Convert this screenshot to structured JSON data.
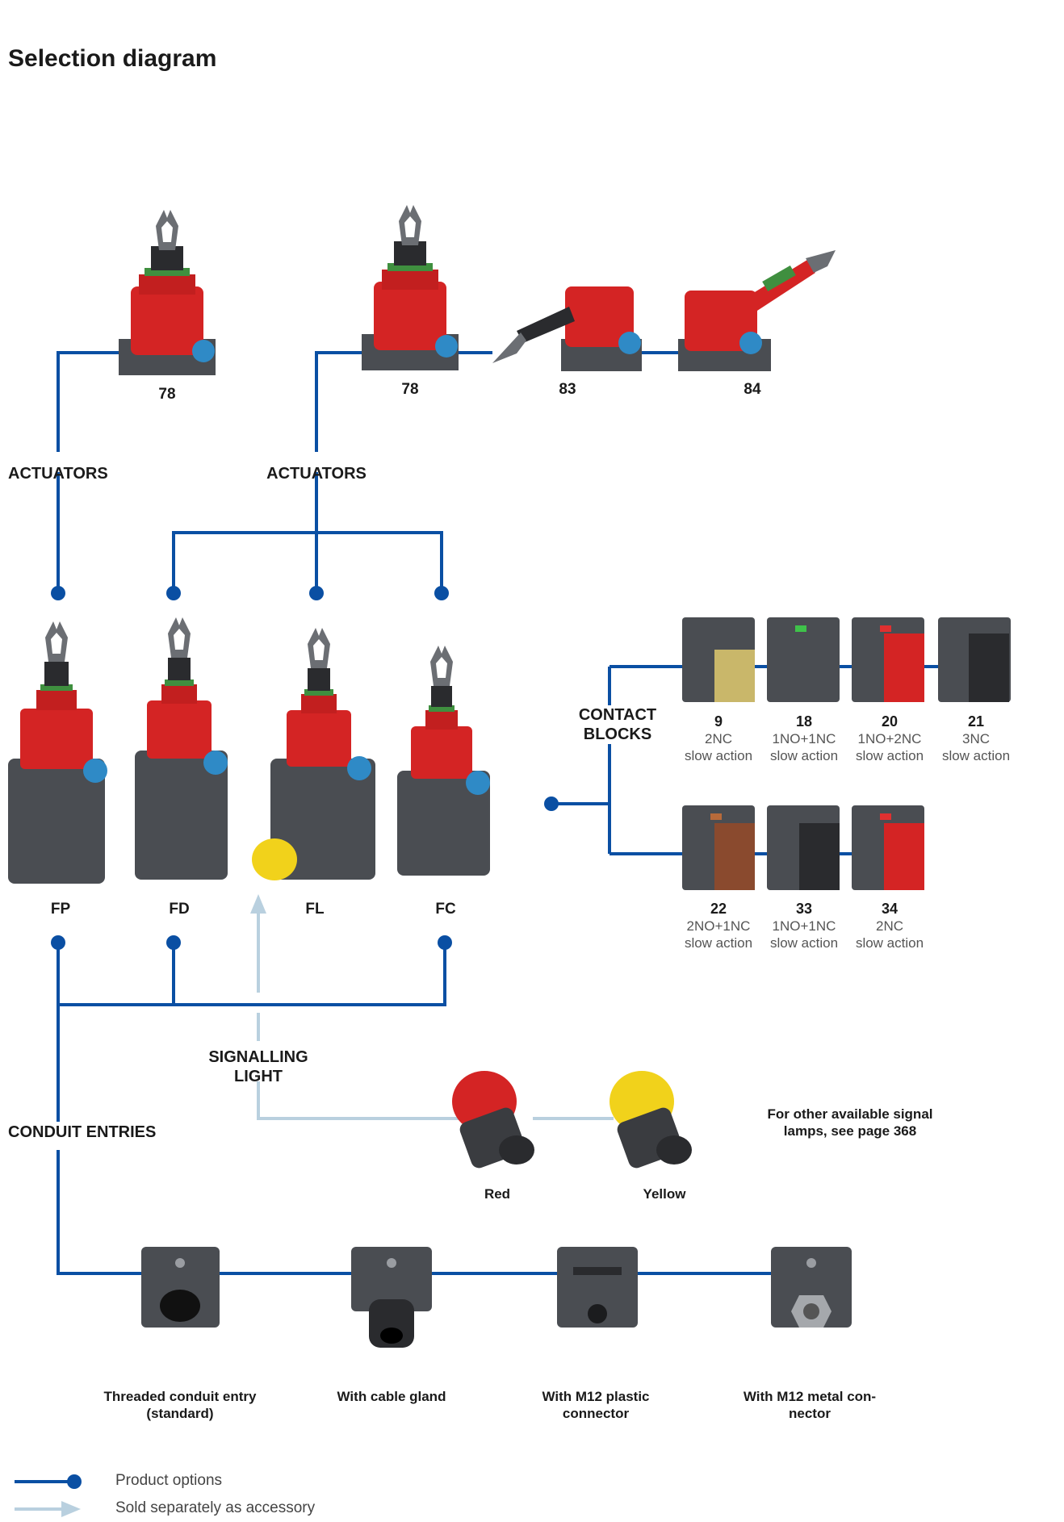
{
  "title": "Selection diagram",
  "colors": {
    "product_line": "#0a4fa3",
    "accessory_line": "#b9d0df",
    "red_part": "#d42424",
    "body": "#4a4d52",
    "yellow": "#f1d21b"
  },
  "actuators_left": {
    "label": "ACTUATORS",
    "items": [
      "78"
    ]
  },
  "actuators_right": {
    "label": "ACTUATORS",
    "items": [
      "78",
      "83",
      "84"
    ]
  },
  "switches": [
    "FP",
    "FD",
    "FL",
    "FC"
  ],
  "contact_blocks": {
    "label_line1": "CONTACT",
    "label_line2": "BLOCKS",
    "row1": [
      {
        "num": "9",
        "type": "2NC",
        "action": "slow action"
      },
      {
        "num": "18",
        "type": "1NO+1NC",
        "action": "slow action"
      },
      {
        "num": "20",
        "type": "1NO+2NC",
        "action": "slow action"
      },
      {
        "num": "21",
        "type": "3NC",
        "action": "slow action"
      }
    ],
    "row2": [
      {
        "num": "22",
        "type": "2NO+1NC",
        "action": "slow action"
      },
      {
        "num": "33",
        "type": "1NO+1NC",
        "action": "slow action"
      },
      {
        "num": "34",
        "type": "2NC",
        "action": "slow action"
      }
    ]
  },
  "signalling_light": {
    "label_line1": "SIGNALLING",
    "label_line2": "LIGHT",
    "items": [
      "Red",
      "Yellow"
    ]
  },
  "signal_note": {
    "line1": "For other available signal",
    "line2": "lamps, see page 368"
  },
  "conduit_entries": {
    "label": "CONDUIT ENTRIES",
    "items": [
      {
        "line1": "Threaded conduit entry",
        "line2": "(standard)"
      },
      {
        "line1": "With cable gland",
        "line2": ""
      },
      {
        "line1": "With M12 plastic",
        "line2": "connector"
      },
      {
        "line1": "With M12 metal con-",
        "line2": "nector"
      }
    ]
  },
  "legend": {
    "product": "Product options",
    "accessory": "Sold separately as accessory"
  }
}
